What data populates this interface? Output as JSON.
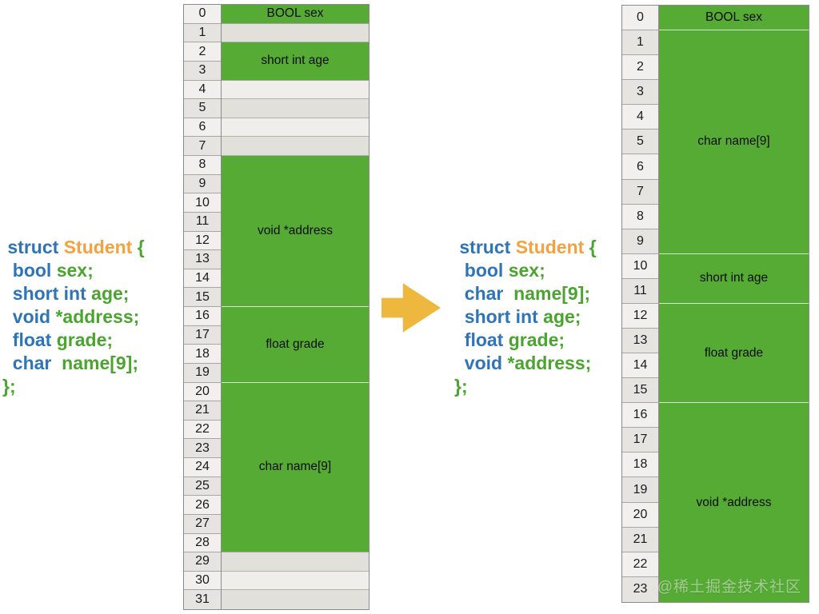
{
  "palette": {
    "green": "#55ab34",
    "code_blue": "#2e74b8",
    "code_orange": "#f5a13d",
    "code_green": "#4ba42f",
    "arrow_gold": "#eeb83e"
  },
  "code_before": {
    "lines": [
      {
        "tokens": [
          {
            "t": " struct ",
            "c": "kw"
          },
          {
            "t": "Student ",
            "c": "type"
          },
          {
            "t": "{",
            "c": "id"
          }
        ]
      },
      {
        "tokens": [
          {
            "t": "  bool ",
            "c": "kw"
          },
          {
            "t": "sex;",
            "c": "id"
          }
        ]
      },
      {
        "tokens": [
          {
            "t": "  short int ",
            "c": "kw"
          },
          {
            "t": "age;",
            "c": "id"
          }
        ]
      },
      {
        "tokens": [
          {
            "t": "  void ",
            "c": "kw"
          },
          {
            "t": "*address;",
            "c": "id"
          }
        ]
      },
      {
        "tokens": [
          {
            "t": "  float ",
            "c": "kw"
          },
          {
            "t": "grade;",
            "c": "id"
          }
        ]
      },
      {
        "tokens": [
          {
            "t": "  char  ",
            "c": "kw"
          },
          {
            "t": "name[9];",
            "c": "id"
          }
        ]
      },
      {
        "tokens": [
          {
            "t": "};",
            "c": "id"
          }
        ]
      }
    ]
  },
  "code_after": {
    "lines": [
      {
        "tokens": [
          {
            "t": " struct ",
            "c": "kw"
          },
          {
            "t": "Student ",
            "c": "type"
          },
          {
            "t": "{",
            "c": "id"
          }
        ]
      },
      {
        "tokens": [
          {
            "t": "  bool ",
            "c": "kw"
          },
          {
            "t": "sex;",
            "c": "id"
          }
        ]
      },
      {
        "tokens": [
          {
            "t": "  char  ",
            "c": "kw"
          },
          {
            "t": "name[9];",
            "c": "id"
          }
        ]
      },
      {
        "tokens": [
          {
            "t": "  short int ",
            "c": "kw"
          },
          {
            "t": "age;",
            "c": "id"
          }
        ]
      },
      {
        "tokens": [
          {
            "t": "  float ",
            "c": "kw"
          },
          {
            "t": "grade;",
            "c": "id"
          }
        ]
      },
      {
        "tokens": [
          {
            "t": "  void ",
            "c": "kw"
          },
          {
            "t": "*address;",
            "c": "id"
          }
        ]
      },
      {
        "tokens": [
          {
            "t": "};",
            "c": "id"
          }
        ]
      }
    ]
  },
  "arrow": {
    "name": "right-arrow"
  },
  "memory_before": {
    "total_bytes": 32,
    "byte_indices": [
      "0",
      "1",
      "2",
      "3",
      "4",
      "5",
      "6",
      "7",
      "8",
      "9",
      "10",
      "11",
      "12",
      "13",
      "14",
      "15",
      "16",
      "17",
      "18",
      "19",
      "20",
      "21",
      "22",
      "23",
      "24",
      "25",
      "26",
      "27",
      "28",
      "29",
      "30",
      "31"
    ],
    "blocks": [
      {
        "label": "BOOL sex",
        "start": 0,
        "end": 0,
        "filled": true
      },
      {
        "label": "",
        "start": 1,
        "end": 1,
        "filled": false
      },
      {
        "label": "short int age",
        "start": 2,
        "end": 3,
        "filled": true
      },
      {
        "label": "",
        "start": 4,
        "end": 7,
        "filled": false
      },
      {
        "label": "void *address",
        "start": 8,
        "end": 15,
        "filled": true
      },
      {
        "label": "float grade",
        "start": 16,
        "end": 19,
        "filled": true
      },
      {
        "label": "char name[9]",
        "start": 20,
        "end": 28,
        "filled": true
      },
      {
        "label": "",
        "start": 29,
        "end": 31,
        "filled": false
      }
    ]
  },
  "memory_after": {
    "total_bytes": 24,
    "byte_indices": [
      "0",
      "1",
      "2",
      "3",
      "4",
      "5",
      "6",
      "7",
      "8",
      "9",
      "10",
      "11",
      "12",
      "13",
      "14",
      "15",
      "16",
      "17",
      "18",
      "19",
      "20",
      "21",
      "22",
      "23"
    ],
    "watermark": "@稀土掘金技术社区",
    "blocks": [
      {
        "label": "BOOL sex",
        "start": 0,
        "end": 0,
        "filled": true
      },
      {
        "label": "char name[9]",
        "start": 1,
        "end": 9,
        "filled": true
      },
      {
        "label": "short int age",
        "start": 10,
        "end": 11,
        "filled": true
      },
      {
        "label": "float grade",
        "start": 12,
        "end": 15,
        "filled": true
      },
      {
        "label": "void *address",
        "start": 16,
        "end": 23,
        "filled": true
      }
    ]
  }
}
